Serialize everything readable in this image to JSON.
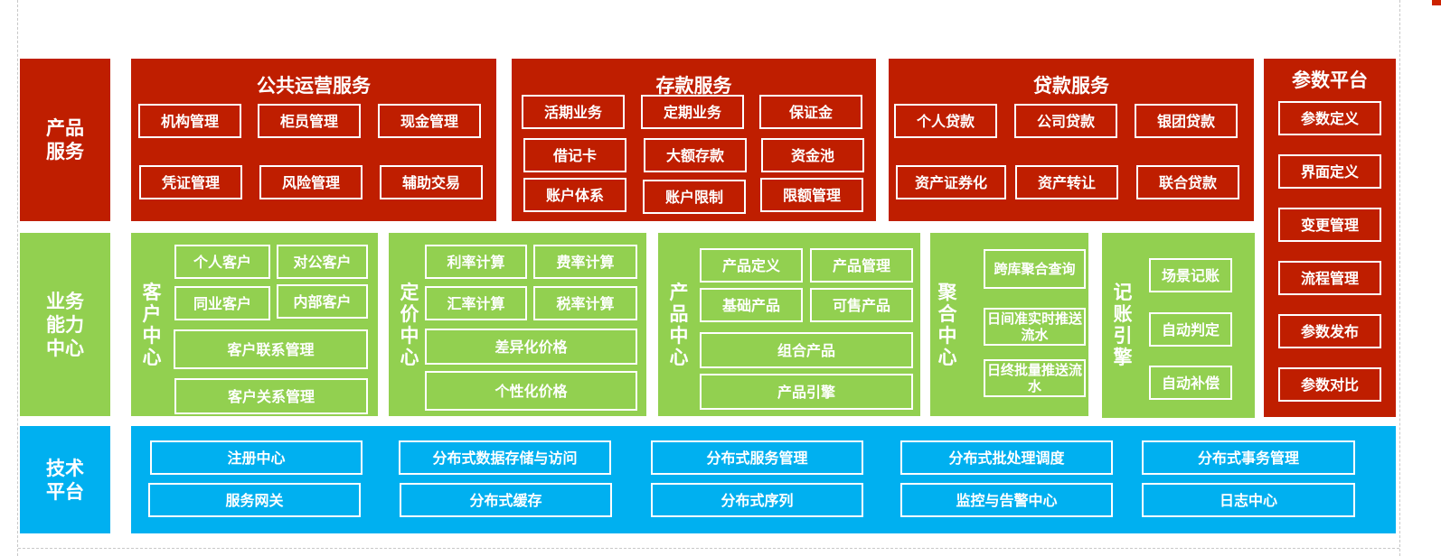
{
  "layers": {
    "product": "产品服务",
    "capability": "业务能力中心",
    "tech": "技术平台"
  },
  "public_ops": {
    "title": "公共运营服务",
    "items": [
      "机构管理",
      "柜员管理",
      "现金管理",
      "凭证管理",
      "风险管理",
      "辅助交易"
    ]
  },
  "deposit": {
    "title": "存款服务",
    "items": [
      "活期业务",
      "定期业务",
      "保证金",
      "借记卡",
      "大额存款",
      "资金池",
      "账户体系",
      "账户限制",
      "限额管理"
    ]
  },
  "loan": {
    "title": "贷款服务",
    "items": [
      "个人贷款",
      "公司贷款",
      "银团贷款",
      "资产证券化",
      "资产转让",
      "联合贷款"
    ]
  },
  "param": {
    "title": "参数平台",
    "items": [
      "参数定义",
      "界面定义",
      "变更管理",
      "流程管理",
      "参数发布",
      "参数对比"
    ]
  },
  "customer": {
    "title": "客户中心",
    "items": [
      "个人客户",
      "对公客户",
      "同业客户",
      "内部客户",
      "客户联系管理",
      "客户关系管理"
    ]
  },
  "pricing": {
    "title": "定价中心",
    "items": [
      "利率计算",
      "费率计算",
      "汇率计算",
      "税率计算",
      "差异化价格",
      "个性化价格"
    ]
  },
  "product_center": {
    "title": "产品中心",
    "items": [
      "产品定义",
      "产品管理",
      "基础产品",
      "可售产品",
      "组合产品",
      "产品引擎"
    ]
  },
  "aggregate": {
    "title": "聚合中心",
    "items": [
      "跨库聚合查询",
      "日间准实时推送流水",
      "日终批量推送流水"
    ]
  },
  "accounting": {
    "title": "记账引擎",
    "items": [
      "场景记账",
      "自动判定",
      "自动补偿"
    ]
  },
  "tech": {
    "items": [
      "注册中心",
      "分布式数据存储与访问",
      "分布式服务管理",
      "分布式批处理调度",
      "分布式事务管理",
      "服务网关",
      "分布式缓存",
      "分布式序列",
      "监控与告警中心",
      "日志中心"
    ]
  },
  "colors": {
    "product_red": "#bf1e00",
    "capability_green": "#92d050",
    "tech_blue": "#00b0f0",
    "border": "#ffffff"
  }
}
